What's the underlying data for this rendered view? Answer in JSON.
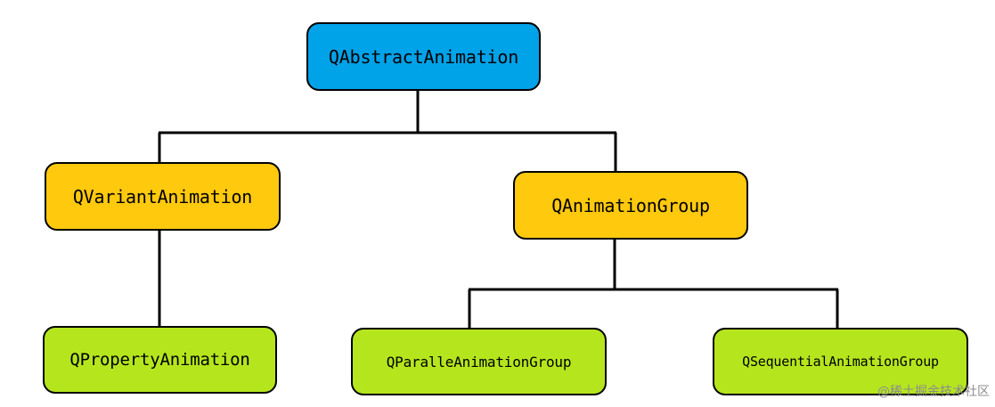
{
  "colors": {
    "root_fill": "#00a2e8",
    "middle_fill": "#ffc90e",
    "leaf_fill": "#b5e61d",
    "border": "#000000",
    "connector": "#000000"
  },
  "nodes": {
    "root": {
      "label": "QAbstractAnimation"
    },
    "variant": {
      "label": "QVariantAnimation"
    },
    "group": {
      "label": "QAnimationGroup"
    },
    "property": {
      "label": "QPropertyAnimation"
    },
    "parallel": {
      "label": "QParalleAnimationGroup"
    },
    "sequential": {
      "label": "QSequentialAnimationGroup"
    }
  },
  "edges": [
    {
      "from": "root",
      "to": "variant"
    },
    {
      "from": "root",
      "to": "group"
    },
    {
      "from": "variant",
      "to": "property"
    },
    {
      "from": "group",
      "to": "parallel"
    },
    {
      "from": "group",
      "to": "sequential"
    }
  ],
  "watermark": "@稀土掘金技术社区"
}
